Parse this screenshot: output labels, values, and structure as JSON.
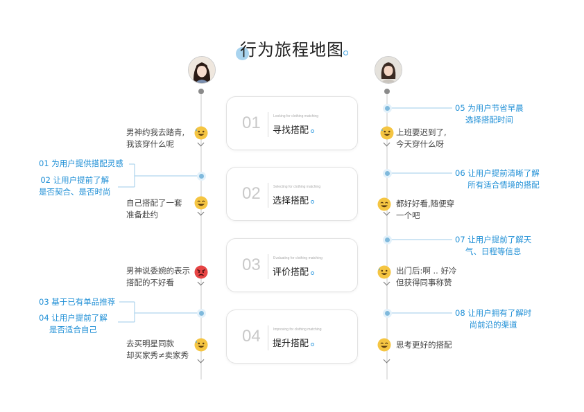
{
  "title": "行为旅程地图",
  "stages": [
    {
      "num": "01",
      "en": "Looking for clothing matching",
      "cn": "寻找搭配"
    },
    {
      "num": "02",
      "en": "Selecting for clothing matching",
      "cn": "选择搭配"
    },
    {
      "num": "03",
      "en": "Evaluating for clothing matching",
      "cn": "评价搭配"
    },
    {
      "num": "04",
      "en": "Improving for clothing matching",
      "cn": "提升搭配"
    }
  ],
  "left_thoughts": [
    {
      "l1": "男神约我去踏青,",
      "l2": "我该穿什么呢",
      "emoji": "sweat-smile"
    },
    {
      "l1": "自己搭配了一套",
      "l2": "准备赴约",
      "emoji": "grin"
    },
    {
      "l1": "男神说委婉的表示",
      "l2": "搭配的不好看",
      "emoji": "angry"
    },
    {
      "l1": "去买明星同款",
      "l2": "却买家秀≠卖家秀",
      "emoji": "sweat-smile"
    }
  ],
  "right_thoughts": [
    {
      "l1": "上班要迟到了,",
      "l2": "今天穿什么呀",
      "emoji": "sweat-smile"
    },
    {
      "l1": "都好好看,随便穿",
      "l2": "一个吧",
      "emoji": "grin"
    },
    {
      "l1": "出门后:啊 .. 好冷",
      "l2": "但获得同事称赞",
      "emoji": "sweat-smile"
    },
    {
      "l1": "思考更好的搭配",
      "l2": "",
      "emoji": "grin"
    }
  ],
  "left_insights": [
    {
      "l1": "01 为用户提供搭配灵感",
      "l2": ""
    },
    {
      "l1": "02  让用户提前了解",
      "l2": "是否契合、是否时尚"
    },
    {
      "l1": "03 基于已有单品推荐",
      "l2": ""
    },
    {
      "l1": "04  让用户提前了解",
      "l2": "是否适合自己"
    }
  ],
  "right_insights": [
    {
      "l1": "05 为用户节省早晨",
      "l2": "选择搭配时间"
    },
    {
      "l1": "06 让用户提前清晰了解",
      "l2": "所有适合情境的搭配"
    },
    {
      "l1": "07  让用户提前了解天",
      "l2": "气、日程等信息"
    },
    {
      "l1": "08  让用户拥有了解时",
      "l2": "尚前沿的渠道"
    }
  ],
  "colors": {
    "accent": "#1f8fd6",
    "timeline_dot": "#7fb9dc",
    "emoji_yellow": "#f5c542",
    "emoji_red": "#e64444"
  }
}
